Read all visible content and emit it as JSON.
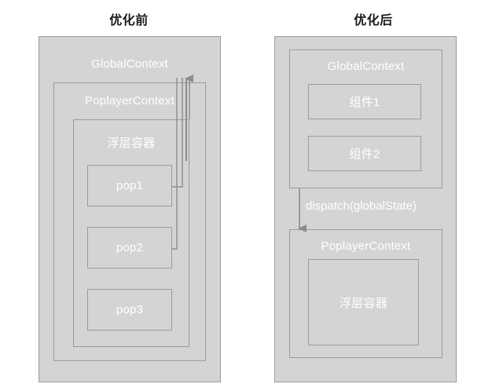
{
  "page": {
    "background": "#ffffff",
    "box_fill": "#d4d4d4",
    "box_stroke": "#9b9b9b",
    "label_color": "#ffffff",
    "title_color": "#1a1a1a",
    "arrow_color": "#8c8c8c"
  },
  "panels": [
    {
      "id": "before",
      "title": "优化前",
      "outer": {
        "label": "GlobalContext"
      },
      "level2": {
        "label": "PoplayerContext"
      },
      "level3": {
        "label": "浮层容器"
      },
      "items": [
        {
          "label": "pop1"
        },
        {
          "label": "pop2"
        },
        {
          "label": "pop3"
        }
      ]
    },
    {
      "id": "after",
      "title": "优化后",
      "outer": {
        "label": ""
      },
      "global_context": {
        "label": "GlobalContext"
      },
      "components": [
        {
          "label": "组件1"
        },
        {
          "label": "组件2"
        }
      ],
      "arrow": {
        "label": "dispatch(globalState)"
      },
      "poplayer_context": {
        "label": "PoplayerContext"
      },
      "float_container": {
        "label": "浮层容器"
      }
    }
  ]
}
